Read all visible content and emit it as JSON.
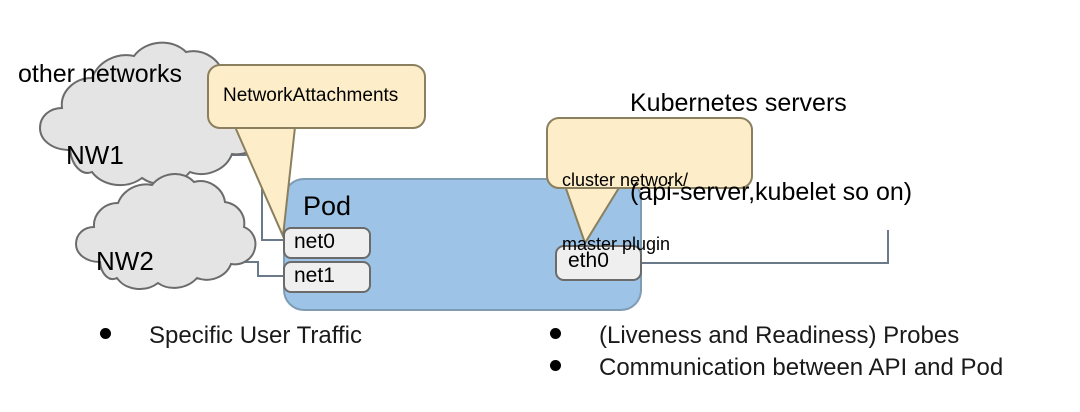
{
  "diagram": {
    "title_text": "Kubernetes servers\n(api-server,kubelet so on)",
    "title_line1": "Kubernetes servers",
    "title_line2": "(api-server,kubelet so on)",
    "other_networks_label": "other networks",
    "pod_label": "Pod",
    "clouds": [
      {
        "name": "NW1",
        "label": "NW1"
      },
      {
        "name": "NW2",
        "label": "NW2"
      }
    ],
    "interfaces": [
      {
        "name": "net0",
        "label": "net0"
      },
      {
        "name": "net1",
        "label": "net1"
      },
      {
        "name": "eth0",
        "label": "eth0"
      }
    ],
    "callouts": [
      {
        "name": "network-attachments",
        "label": "NetworkAttachments",
        "points_to": "net0"
      },
      {
        "name": "cluster-network-master-plugin",
        "line1": "cluster network/",
        "line2": "master plugin",
        "points_to": "eth0"
      }
    ],
    "bullets_left": [
      "Specific User Traffic"
    ],
    "bullets_right": [
      "(Liveness and Readiness) Probes",
      "Communication between API and Pod"
    ],
    "colors": {
      "pod_fill": "#9dc3e6",
      "pod_stroke": "#7f9cb5",
      "callout_fill": "#fdeec9",
      "callout_stroke": "#8a7f5e",
      "cloud_fill": "#e4e4e4",
      "cloud_stroke": "#6b6b6b",
      "interface_fill": "#efefef",
      "interface_stroke": "#6b6b6b",
      "connector_stroke": "#6b7a88",
      "text": "#000000",
      "background": "#ffffff"
    }
  }
}
